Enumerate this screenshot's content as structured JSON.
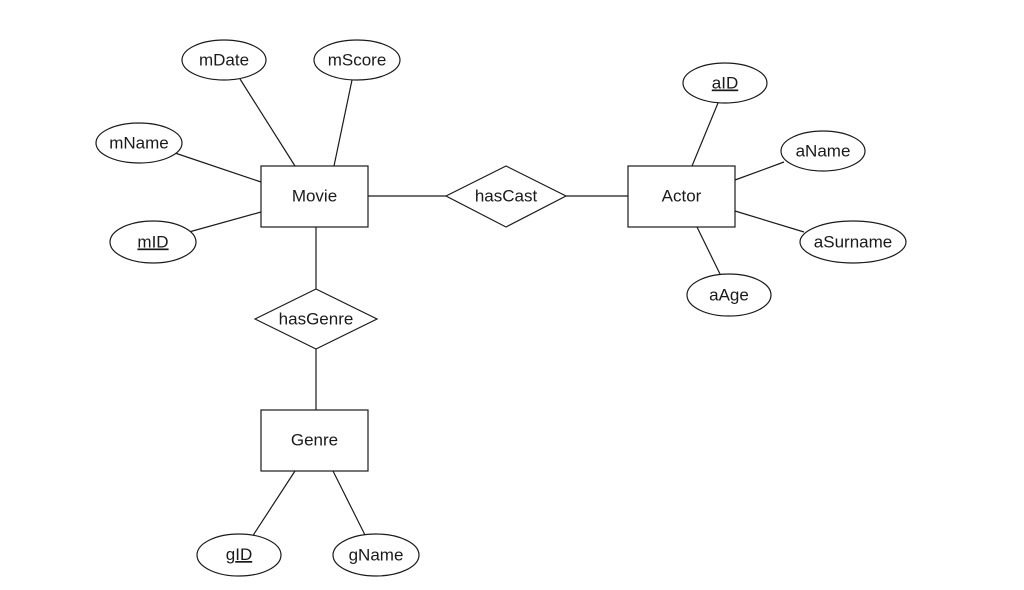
{
  "entities": {
    "movie": "Movie",
    "actor": "Actor",
    "genre": "Genre"
  },
  "relationships": {
    "has_cast": "hasCast",
    "has_genre": "hasGenre"
  },
  "attributes": {
    "m_date": "mDate",
    "m_score": "mScore",
    "m_name": "mName",
    "m_id": "mID",
    "a_id": "aID",
    "a_name": "aName",
    "a_surname": "aSurname",
    "a_age": "aAge",
    "g_id": "gID",
    "g_name": "gName"
  },
  "colors": {
    "stroke": "#1a1a1a",
    "fill": "#ffffff"
  }
}
